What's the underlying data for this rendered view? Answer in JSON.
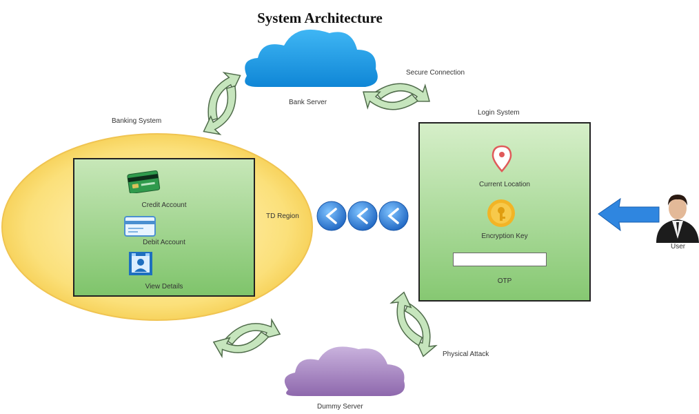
{
  "title": "System Architecture",
  "nodes": {
    "bank_server": "Bank Server",
    "dummy_server": "Dummy Server",
    "login_system": "Login System",
    "td_region": "TD Region",
    "user": "User"
  },
  "edges": {
    "banking_system": "Banking System",
    "secure_connection": "Secure Connection",
    "physical_attack": "Physical Attack"
  },
  "td_items": [
    {
      "label": "Credit Account",
      "icon": "credit-card-icon"
    },
    {
      "label": "Debit Account",
      "icon": "debit-card-icon"
    },
    {
      "label": "View Details",
      "icon": "view-details-icon"
    }
  ],
  "login_items": [
    {
      "label": "Current Location",
      "icon": "location-pin-icon"
    },
    {
      "label": "Encryption Key",
      "icon": "encryption-key-icon"
    },
    {
      "label": "OTP",
      "icon": "otp-input"
    }
  ],
  "colors": {
    "bank_cloud": "#1ea0ea",
    "dummy_cloud": "#a886c2",
    "td_ellipse": "#f9d25e",
    "box_green": "#86c872",
    "arrow_green": "#b9dcb0",
    "chevron_blue": "#2f7fd6",
    "user_arrow": "#2f86e0"
  }
}
